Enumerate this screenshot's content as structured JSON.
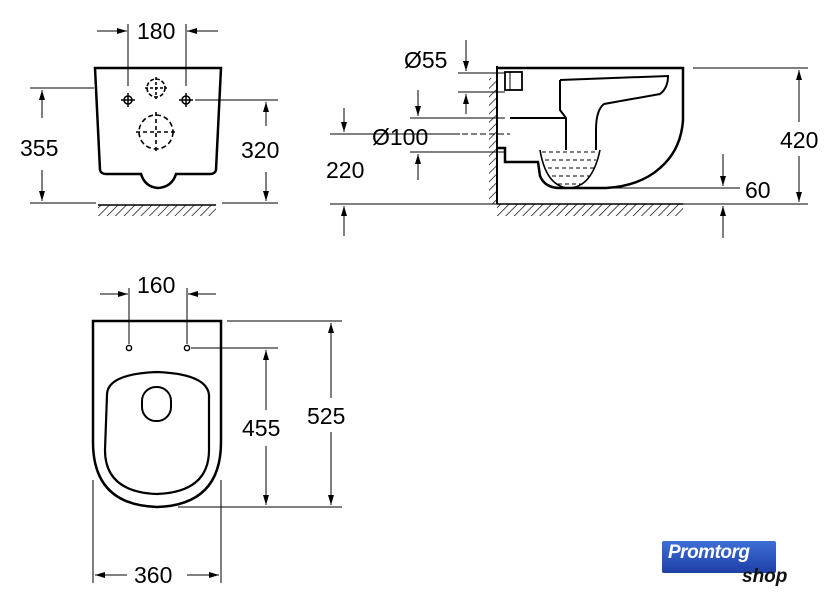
{
  "dimensions": {
    "front_hole_spacing": "180",
    "front_height_total": "355",
    "front_height_holes": "320",
    "side_pipe_small": "Ø55",
    "side_pipe_large": "Ø100",
    "side_height_outlet": "220",
    "side_height_total": "420",
    "side_height_rim": "60",
    "top_hole_spacing": "160",
    "top_length_holes": "455",
    "top_length_total": "525",
    "top_width": "360"
  },
  "logo": {
    "brand": "Promtorg",
    "sub": "shop",
    "colors": {
      "box": "#2a4fc0",
      "text": "#ffffff"
    }
  }
}
